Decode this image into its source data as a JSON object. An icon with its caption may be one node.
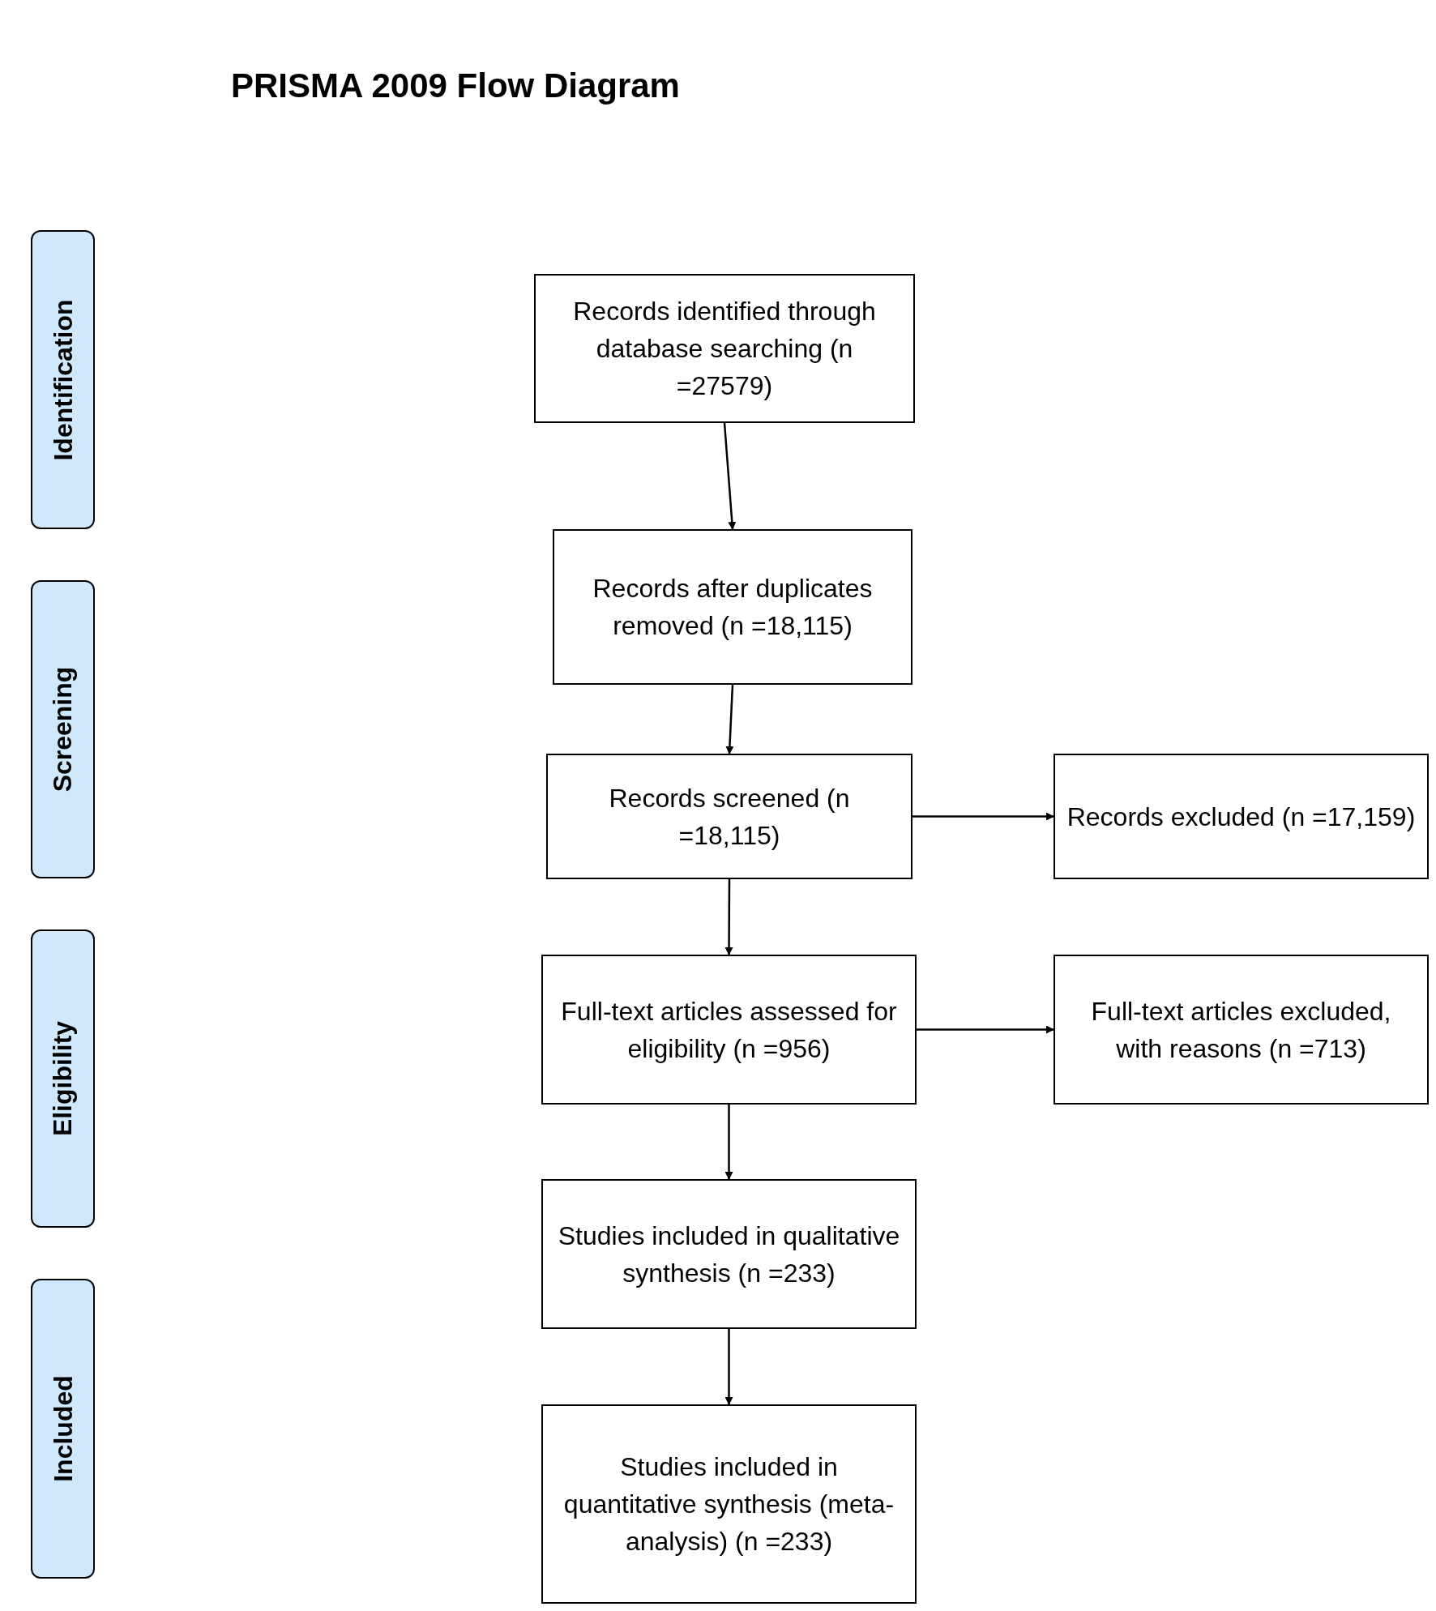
{
  "diagram": {
    "title": "PRISMA 2009 Flow Diagram",
    "nodes": [
      {
        "text": [
          "Identification"
        ]
      },
      {
        "text": [
          "Screening"
        ]
      },
      {
        "text": [
          "Eligibility"
        ]
      },
      {
        "text": [
          "Included"
        ]
      },
      {
        "text": [
          "Records identified through database searching (n =27579)"
        ]
      },
      {
        "text": [
          "Records after duplicates removed (n =18,115)"
        ]
      },
      {
        "text": [
          "Records screened (n =18,115)"
        ]
      },
      {
        "text": [
          "Records excluded (n =17,159)"
        ]
      },
      {
        "text": [
          "Full-text articles assessed for eligibility (n =956)"
        ]
      },
      {
        "text": [
          "Full-text articles excluded, with reasons (n =713)"
        ]
      },
      {
        "text": [
          "Studies included in qualitative synthesis (n =233)"
        ]
      },
      {
        "text": [
          "Studies included in quantitative synthesis (meta-analysis) (n =233)"
        ]
      }
    ],
    "edges": [
      {
        "from": 4,
        "to": 5,
        "arrow": "to"
      },
      {
        "from": 5,
        "to": 6,
        "arrow": "to"
      },
      {
        "from": 6,
        "to": 7,
        "arrow": "to"
      },
      {
        "from": 6,
        "to": 8,
        "arrow": "to"
      },
      {
        "from": 8,
        "to": 9,
        "arrow": "to"
      },
      {
        "from": 8,
        "to": 10,
        "arrow": "to"
      },
      {
        "from": 10,
        "to": 11,
        "arrow": "to"
      }
    ]
  }
}
